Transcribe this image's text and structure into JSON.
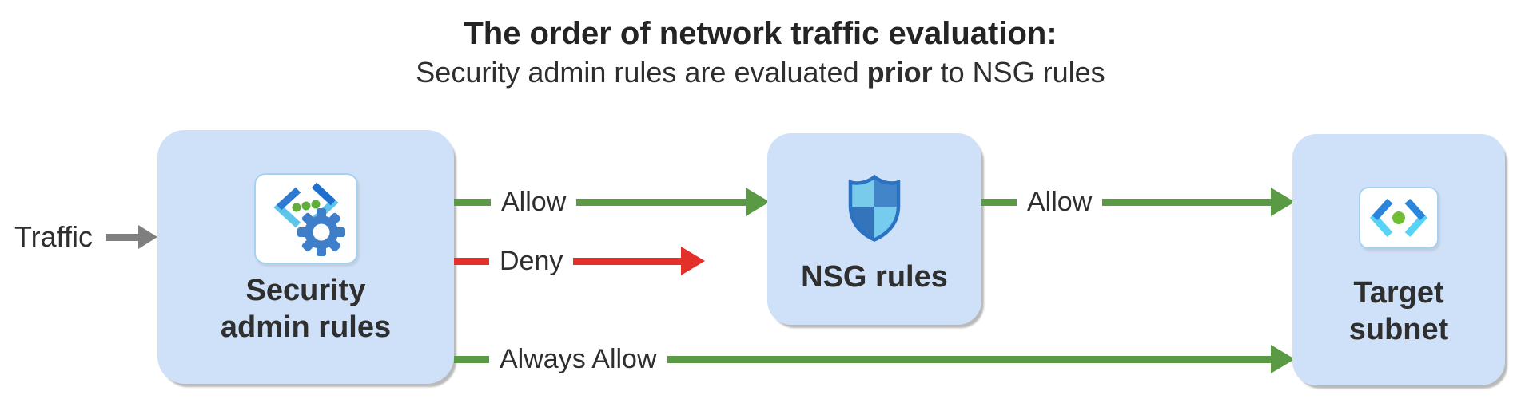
{
  "header": {
    "title": "The order of network traffic evaluation:",
    "subtitle": {
      "prefix": "Security admin rules are evaluated ",
      "emphasis": "prior",
      "suffix": " to NSG rules"
    }
  },
  "traffic": {
    "label": "Traffic"
  },
  "nodes": {
    "security_admin": {
      "line1": "Security",
      "line2": "admin rules",
      "icon": "network-manager-code-gear-icon"
    },
    "nsg": {
      "label": "NSG rules",
      "icon": "shield-icon"
    },
    "target_subnet": {
      "line1": "Target",
      "line2": "subnet",
      "icon": "subnet-code-icon"
    }
  },
  "edges": {
    "allow_to_nsg": {
      "label": "Allow",
      "type": "allow"
    },
    "deny": {
      "label": "Deny",
      "type": "deny"
    },
    "allow_to_target": {
      "label": "Allow",
      "type": "allow"
    },
    "always_allow": {
      "label": "Always Allow",
      "type": "allow"
    }
  },
  "colors": {
    "allow_green": "#5a9a44",
    "deny_red": "#e3302a",
    "traffic_gray": "#7f7f7f",
    "box_fill": "#cfe1f8",
    "text": "#2e2e2e"
  }
}
